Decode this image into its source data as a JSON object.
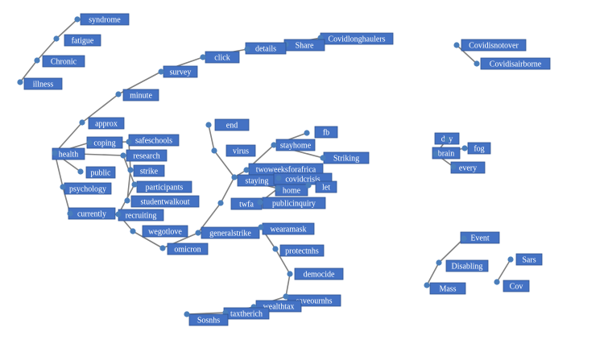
{
  "nodes": [
    {
      "id": "syndrome",
      "label": "syndrome"
    },
    {
      "id": "fatigue",
      "label": "fatigue"
    },
    {
      "id": "chronic",
      "label": "Chronic"
    },
    {
      "id": "illness",
      "label": "illness"
    },
    {
      "id": "covidlonghaulers",
      "label": "Covidlonghaulers"
    },
    {
      "id": "share",
      "label": "Share"
    },
    {
      "id": "details",
      "label": "details"
    },
    {
      "id": "click",
      "label": "click"
    },
    {
      "id": "survey",
      "label": "survey"
    },
    {
      "id": "minute",
      "label": "minute"
    },
    {
      "id": "approx",
      "label": "approx"
    },
    {
      "id": "health",
      "label": "health"
    },
    {
      "id": "coping",
      "label": "coping"
    },
    {
      "id": "safeschools",
      "label": "safeschools"
    },
    {
      "id": "research",
      "label": "research"
    },
    {
      "id": "public",
      "label": "public"
    },
    {
      "id": "strike",
      "label": "strike"
    },
    {
      "id": "participants",
      "label": "participants"
    },
    {
      "id": "psychology",
      "label": "psychology"
    },
    {
      "id": "studentwalkout",
      "label": "studentwalkout"
    },
    {
      "id": "currently",
      "label": "currently"
    },
    {
      "id": "recruiting",
      "label": "recruiting"
    },
    {
      "id": "wegotlove",
      "label": "wegotlove"
    },
    {
      "id": "omicron",
      "label": "omicron"
    },
    {
      "id": "end",
      "label": "end"
    },
    {
      "id": "virus",
      "label": "virus"
    },
    {
      "id": "fb",
      "label": "fb"
    },
    {
      "id": "stayhome",
      "label": "stayhome"
    },
    {
      "id": "striking",
      "label": "Striking"
    },
    {
      "id": "twoweeksforafrica",
      "label": "twoweeksforafrica"
    },
    {
      "id": "staying",
      "label": "staying"
    },
    {
      "id": "covidcrisis",
      "label": "covidcrisis"
    },
    {
      "id": "home",
      "label": "home"
    },
    {
      "id": "let",
      "label": "let"
    },
    {
      "id": "twfa",
      "label": "twfa"
    },
    {
      "id": "publicinquiry",
      "label": "publicinquiry"
    },
    {
      "id": "generalstrike",
      "label": "generalstrike"
    },
    {
      "id": "wearamask",
      "label": "wearamask"
    },
    {
      "id": "protectnhs",
      "label": "protectnhs"
    },
    {
      "id": "democide",
      "label": "democide"
    },
    {
      "id": "saveournhs",
      "label": "saveournhs"
    },
    {
      "id": "wealthtax",
      "label": "wealthtax"
    },
    {
      "id": "taxtherich",
      "label": "taxtherich"
    },
    {
      "id": "sosnhs",
      "label": "Sosnhs"
    },
    {
      "id": "covidisnotover",
      "label": "Covidisnotover"
    },
    {
      "id": "covidisairborne",
      "label": "Covidisairborne"
    },
    {
      "id": "day",
      "label": "day"
    },
    {
      "id": "fog",
      "label": "fog"
    },
    {
      "id": "brain",
      "label": "brain"
    },
    {
      "id": "every",
      "label": "every"
    },
    {
      "id": "event",
      "label": "Event"
    },
    {
      "id": "disabling",
      "label": "Disabling"
    },
    {
      "id": "mass",
      "label": "Mass"
    },
    {
      "id": "sars",
      "label": "Sars"
    },
    {
      "id": "cov",
      "label": "Cov"
    }
  ],
  "edges": [
    [
      "syndrome",
      "fatigue"
    ],
    [
      "fatigue",
      "chronic"
    ],
    [
      "chronic",
      "illness"
    ],
    [
      "covidlonghaulers",
      "share"
    ],
    [
      "share",
      "details"
    ],
    [
      "details",
      "click"
    ],
    [
      "click",
      "survey"
    ],
    [
      "survey",
      "minute"
    ],
    [
      "minute",
      "approx"
    ],
    [
      "approx",
      "health"
    ],
    [
      "health",
      "coping"
    ],
    [
      "health",
      "research"
    ],
    [
      "health",
      "public"
    ],
    [
      "health",
      "psychology"
    ],
    [
      "psychology",
      "currently"
    ],
    [
      "currently",
      "recruiting"
    ],
    [
      "coping",
      "safeschools"
    ],
    [
      "safeschools",
      "strike"
    ],
    [
      "strike",
      "studentwalkout"
    ],
    [
      "research",
      "participants"
    ],
    [
      "participants",
      "recruiting"
    ],
    [
      "recruiting",
      "wegotlove"
    ],
    [
      "wegotlove",
      "omicron"
    ],
    [
      "omicron",
      "generalstrike"
    ],
    [
      "generalstrike",
      "twfa"
    ],
    [
      "twfa",
      "staying"
    ],
    [
      "staying",
      "virus"
    ],
    [
      "virus",
      "end"
    ],
    [
      "staying",
      "twoweeksforafrica"
    ],
    [
      "twoweeksforafrica",
      "stayhome"
    ],
    [
      "stayhome",
      "fb"
    ],
    [
      "stayhome",
      "striking"
    ],
    [
      "staying",
      "home"
    ],
    [
      "home",
      "covidcrisis"
    ],
    [
      "home",
      "let"
    ],
    [
      "home",
      "publicinquiry"
    ],
    [
      "generalstrike",
      "wearamask"
    ],
    [
      "wearamask",
      "protectnhs"
    ],
    [
      "protectnhs",
      "democide"
    ],
    [
      "democide",
      "saveournhs"
    ],
    [
      "saveournhs",
      "wealthtax"
    ],
    [
      "wealthtax",
      "taxtherich"
    ],
    [
      "taxtherich",
      "sosnhs"
    ],
    [
      "covidisnotover",
      "covidisairborne"
    ],
    [
      "day",
      "brain"
    ],
    [
      "fog",
      "brain"
    ],
    [
      "brain",
      "every"
    ],
    [
      "event",
      "disabling"
    ],
    [
      "disabling",
      "mass"
    ],
    [
      "sars",
      "cov"
    ]
  ],
  "colors": {
    "box": "#4472c4",
    "dot": "#4a7ebb",
    "edge": "#7f7f7f",
    "text": "#ffffff"
  }
}
